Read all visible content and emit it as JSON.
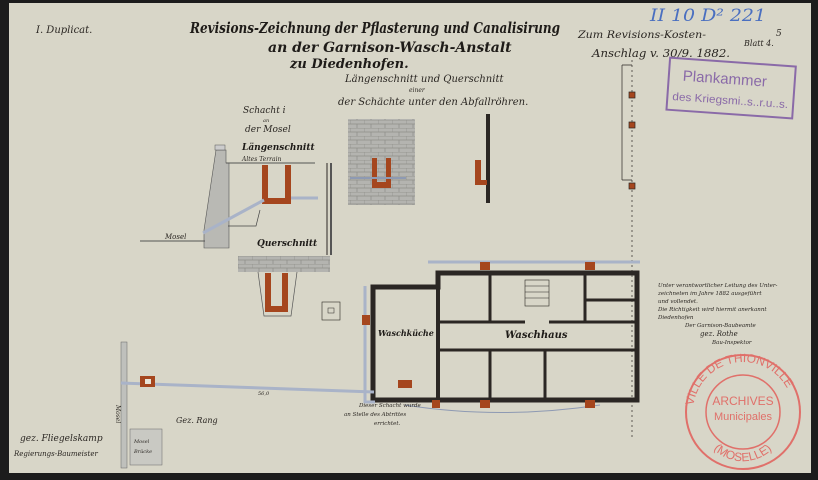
{
  "header": {
    "duplicate": "I. Duplicat.",
    "title_line1": "Revisions-Zeichnung der Pflasterung und Canalisirung",
    "title_line2": "an der Garnison-Wasch-Anstalt",
    "title_line3": "zu Diedenhofen.",
    "subtitle_line1": "Längenschnitt und Querschnitt",
    "subtitle_line2": "einer",
    "subtitle_line3": "der Schächte unter den Abfallröhren.",
    "cost_ref_line1": "Zum Revisions-Kosten-",
    "cost_ref_line2": "Anschlag v. 30/9. 1882.",
    "sheet": "Blatt 4.",
    "sheet_alt": "5",
    "archive_ref": "II 10 D² 221"
  },
  "stamps": {
    "plankammer_line1": "Plankammer",
    "plankammer_line2": "des Kriegsmi..s..r.u..s.",
    "archives_ring_top": "VILLE DE THIONVILLE",
    "archives_ring_bottom": "(MOSELLE)",
    "archives_center1": "ARCHIVES",
    "archives_center2": "Municipales",
    "colors": {
      "plankammer": "#8a6aa8",
      "archives": "#e0706a",
      "archive_ref_pencil": "#4a6fc0"
    }
  },
  "shaft_section": {
    "heading1": "Schacht i",
    "heading2": "an",
    "heading3": "der Mosel",
    "long_section": "Längenschnitt",
    "old_terrain": "Altes Terrain",
    "river": "Mosel",
    "cross_section": "Querschnitt"
  },
  "plan": {
    "room_left": "Waschküche",
    "room_main": "Waschhaus",
    "note_line1": "Dieser Schacht wurde",
    "note_line2": "an Stelle des Abtrittes",
    "note_line3": "errichtet.",
    "river_vertical": "Mosel",
    "bridge_line1": "Mosel",
    "bridge_line2": "Brücke",
    "pipe_length": "56,0"
  },
  "signatures": {
    "rang": "Gez. Rang",
    "fliegelskamp_line1": "gez. Fliegelskamp",
    "fliegelskamp_line2": "Regierungs-Baumeister"
  },
  "certification": {
    "line1": "Unter verantwortlicher Leitung des Unter-",
    "line2": "zeichneten im Jahre 1882 ausgeführt",
    "line3": "und vollendet.",
    "line4": "Die Richtigkeit wird hiermit anerkannt",
    "line5": "Diedenhofen",
    "line6": "Der Garnison-Baubeamte",
    "line7": "gez. Rothe",
    "line8": "Bau-Inspektor"
  },
  "colors": {
    "paper": "#d8d6c8",
    "brick": "#a5461e",
    "wall": "#2b2724",
    "pipe": "#a9b3c8",
    "stone": "#b7b7b2"
  }
}
